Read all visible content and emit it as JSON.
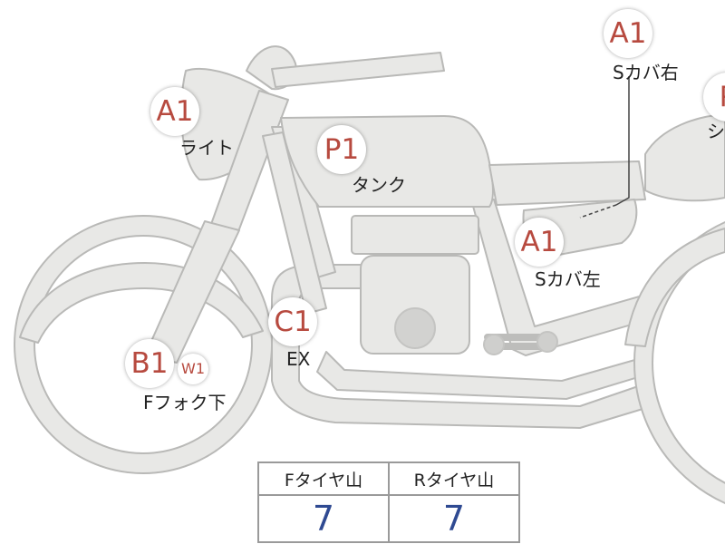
{
  "parts": [
    {
      "code": "A1",
      "label": "Sカバ右"
    },
    {
      "code": "P",
      "label": "シ"
    },
    {
      "code": "A1",
      "label": "ライト"
    },
    {
      "code": "P1",
      "label": "タンク"
    },
    {
      "code": "A1",
      "label": "Sカバ左"
    },
    {
      "code": "C1",
      "label": "EX"
    },
    {
      "code": "B1",
      "label": "Fフォク下"
    },
    {
      "code": "W1"
    }
  ],
  "tire_table": {
    "headers": [
      "Fタイヤ山",
      "Rタイヤ山"
    ],
    "values": [
      "7",
      "7"
    ]
  },
  "colors": {
    "badge_text": "#b74a3f",
    "part_fill": "#e8e8e6",
    "part_stroke": "#b9b9b7",
    "value_text": "#2f4a92",
    "table_border": "#9a9a9a"
  }
}
